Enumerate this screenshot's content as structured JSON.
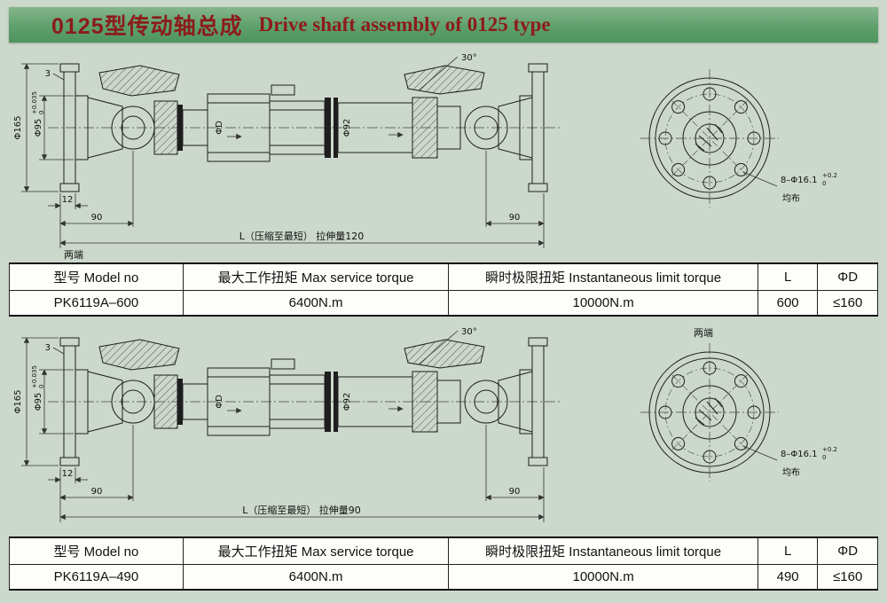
{
  "header": {
    "title_cn": "0125型传动轴总成",
    "title_en": "Drive shaft assembly of 0125 type"
  },
  "drawing1": {
    "dims": {
      "phi165": "Φ165",
      "phi95": "Φ95",
      "phi95_tol_upper": "+0.035",
      "phi95_tol_lower": "0",
      "dim3": "3",
      "dim12": "12",
      "dim90_left": "90",
      "dim90_right": "90",
      "length": "L（压缩至最短） 拉伸量120",
      "angle": "30°",
      "phiD": "ΦD",
      "phi92": "Φ92",
      "both_ends": "两端"
    },
    "flange_view": {
      "bolt_holes": "8–Φ16.1",
      "bolt_tol_upper": "+0.2",
      "bolt_tol_lower": "0",
      "evenly_spaced": "均布"
    }
  },
  "table1": {
    "headers": [
      "型号  Model no",
      "最大工作扭矩  Max service torque",
      "瞬时极限扭矩  Instantaneous limit torque",
      "L",
      "ΦD"
    ],
    "rows": [
      [
        "PK6119A–600",
        "6400N.m",
        "10000N.m",
        "600",
        "≤160"
      ]
    ]
  },
  "drawing2": {
    "dims": {
      "phi165": "Φ165",
      "phi95": "Φ95",
      "phi95_tol_upper": "+0.035",
      "phi95_tol_lower": "0",
      "dim3": "3",
      "dim12": "12",
      "dim90_left": "90",
      "dim90_right": "90",
      "length": "L（压缩至最短） 拉伸量90",
      "angle": "30°",
      "phiD": "ΦD",
      "phi92": "Φ92",
      "both_ends": "两端"
    },
    "flange_view": {
      "bolt_holes": "8–Φ16.1",
      "bolt_tol_upper": "+0.2",
      "bolt_tol_lower": "0",
      "evenly_spaced": "均布"
    }
  },
  "table2": {
    "headers": [
      "型号  Model no",
      "最大工作扭矩  Max service torque",
      "瞬时极限扭矩  Instantaneous limit torque",
      "L",
      "ΦD"
    ],
    "rows": [
      [
        "PK6119A–490",
        "6400N.m",
        "10000N.m",
        "490",
        "≤160"
      ]
    ]
  }
}
